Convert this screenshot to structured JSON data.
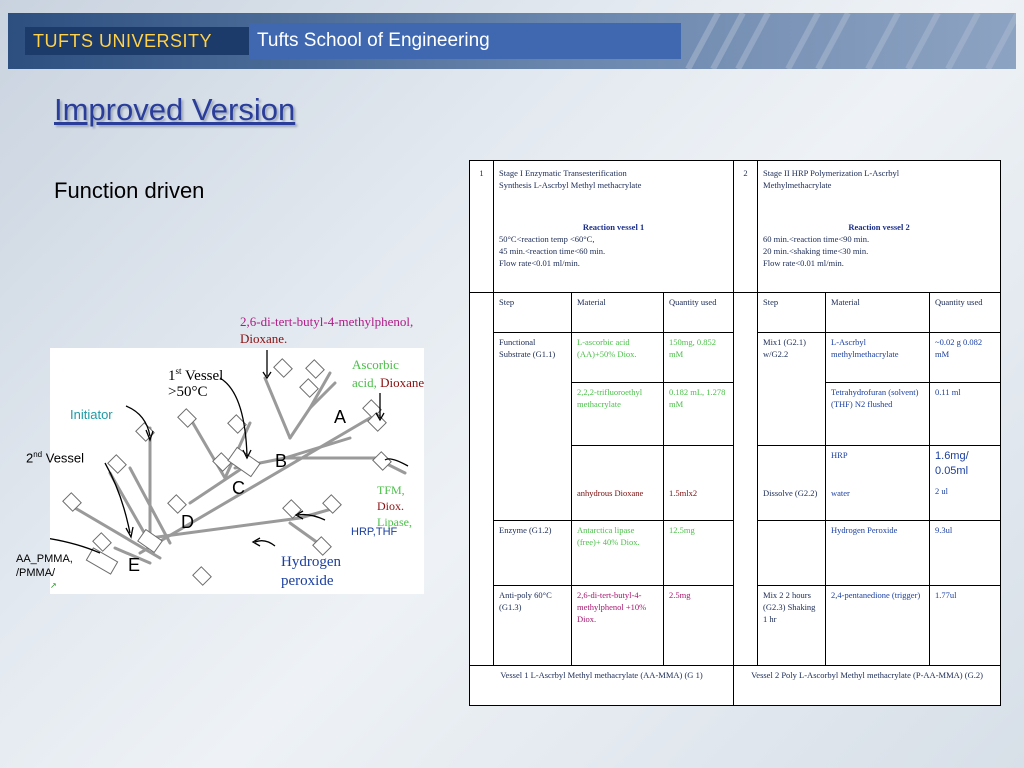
{
  "header": {
    "university": "TUFTS UNIVERSITY",
    "school": "Tufts School of Engineering"
  },
  "slide": {
    "title": "Improved Version",
    "bullet": "Function driven"
  },
  "diagram": {
    "top_label_line1": "2,6-di-tert-butyl-4-methylphenol,",
    "top_label_line2": "Dioxane.",
    "first_vessel_sup": "st",
    "first_vessel_prefix": "1",
    "first_vessel_word": " Vessel",
    "first_vessel_temp": ">50°C",
    "ascorbic_line1": "Ascorbic",
    "ascorbic_line2a": "acid,",
    "ascorbic_line2b": " Dioxane",
    "initiator": "Initiator",
    "second_vessel_prefix": "2",
    "second_vessel_sup": "nd",
    "second_vessel_word": " Vessel",
    "letter_a": "A",
    "letter_b": "B",
    "letter_c": "C",
    "letter_d": "D",
    "letter_e": "E",
    "tfm": "TFM,",
    "diox": "Diox.",
    "lipase": "Lipase,",
    "hrp_thf": "HRP,THF",
    "hydrogen_line1": "Hydrogen",
    "hydrogen_line2": "peroxide",
    "aa_pmma": "AA_PMMA,",
    "pmma": "/PMMA/"
  },
  "table": {
    "stage1_num": "1",
    "stage1_title_line1": "Stage I Enzymatic Transesterification",
    "stage1_title_line2": "Synthesis L-Ascrbyl Methyl methacrylate",
    "stage1_vessel": "Reaction vessel 1",
    "stage1_cond1": "50°C<reaction temp <60°C,",
    "stage1_cond2": "45 min.<reaction time<60 min.",
    "stage1_cond3": "Flow rate<0.01 ml/min.",
    "stage2_num": "2",
    "stage2_title_line1": "Stage II  HRP Polymerization L-Ascrbyl",
    "stage2_title_line2": "Methylmethacrylate",
    "stage2_vessel": "Reaction vessel 2",
    "stage2_cond1": "60 min.<reaction time<90 min.",
    "stage2_cond2": "20 min.<shaking time<30 min.",
    "stage2_cond3": "Flow rate<0.01 ml/min.",
    "col_step": "Step",
    "col_material": "Material",
    "col_quantity": "Quantity used",
    "s1_step_func": "Functional Substrate (G1.1)",
    "s1_mat_ascorbic": "L-ascorbic acid (AA)+50% Diox.",
    "s1_qty_ascorbic": "150mg, 0.852 mM",
    "s1_mat_tfm": "2,2,2-trifluoroethyl methacrylate",
    "s1_qty_tfm": "0.182 mL, 1.278 mM",
    "s1_mat_dioxane": "anhydrous Dioxane",
    "s1_qty_dioxane": "1.5mlx2",
    "s1_step_enzyme": "Enzyme (G1.2)",
    "s1_mat_lipase": "Antarctica lipase (free)+ 40% Diox.",
    "s1_qty_lipase": "12.5mg",
    "s1_step_antipoly": "Anti-poly 60°C (G1.3)",
    "s1_mat_bht": "2,6-di-tert-butyl-4-methylphenol +10% Diox.",
    "s1_qty_bht": "2.5mg",
    "s2_step_mix1": "Mix1 (G2.1) w/G2.2",
    "s2_mat_lascrbyl": "L-Ascrbyl methylmethacrylate",
    "s2_qty_lascrbyl": "~0.02 g 0.082 mM",
    "s2_mat_thf": "Tetrahydrofuran (solvent) (THF) N2 flushed",
    "s2_qty_thf": "0.11 ml",
    "s2_mat_hrp": "HRP",
    "s2_qty_hrp": "1.6mg/ 0.05ml",
    "s2_step_dissolve": "Dissolve (G2.2)",
    "s2_mat_water": "water",
    "s2_qty_water": "2 ul",
    "s2_mat_h2o2": "Hydrogen Peroxide",
    "s2_qty_h2o2": "9.3ul",
    "s2_step_mix2": "Mix 2 2 hours (G2.3) Shaking 1 hr",
    "s2_mat_pentanedione": "2,4-pentanedione (trigger)",
    "s2_qty_pentanedione": "1.77ul",
    "foot1": "Vessel 1 L-Ascrbyl Methyl methacrylate (AA-MMA) (G 1)",
    "foot2": "Vessel 2 Poly L-Ascorbyl Methyl methacrylate (P-AA-MMA) (G.2)"
  }
}
